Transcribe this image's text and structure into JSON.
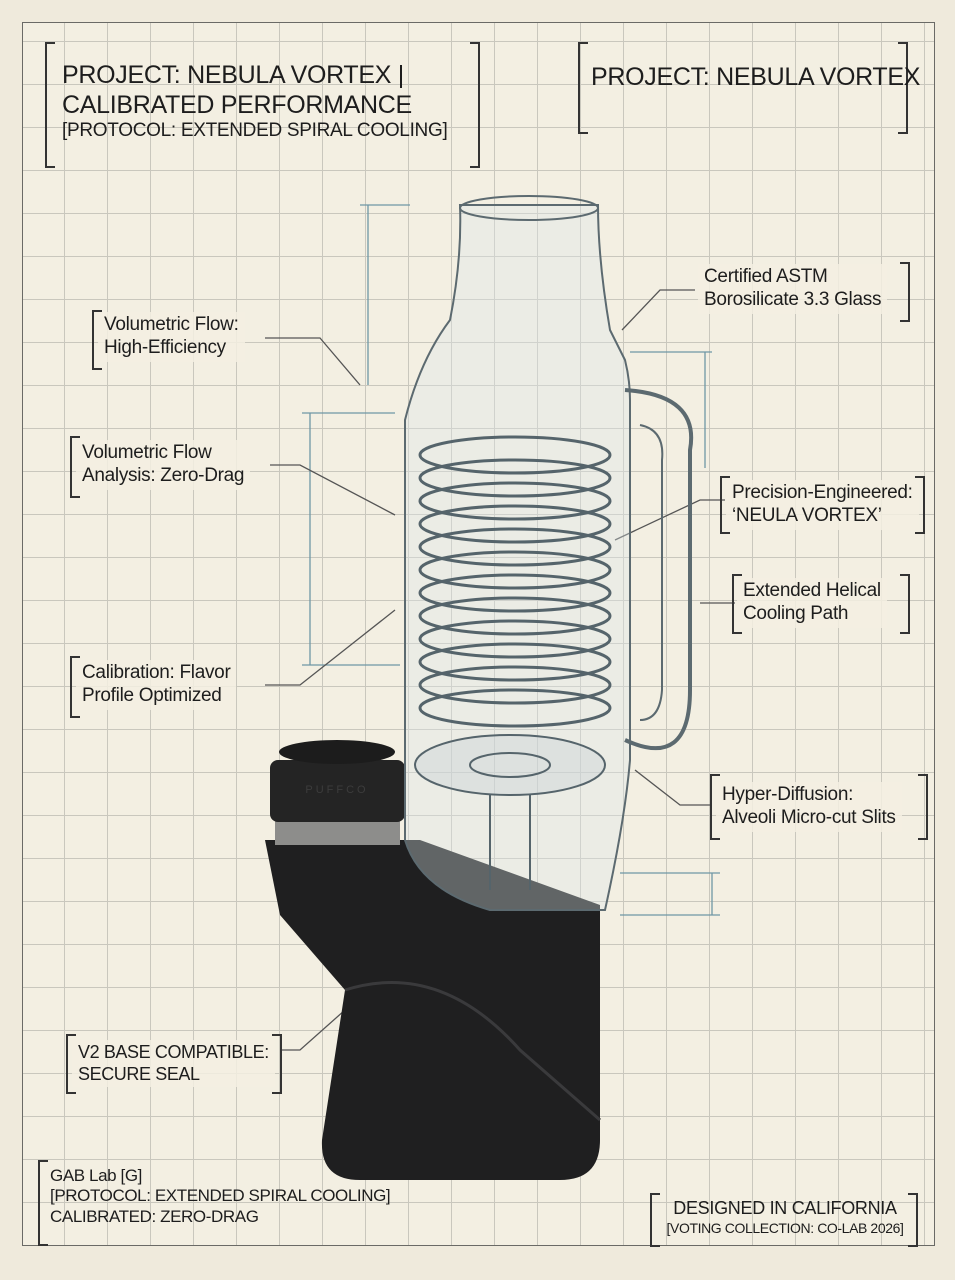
{
  "header_left": {
    "line1": "PROJECT: NEBULA VORTEX |",
    "line2": "CALIBRATED PERFORMANCE",
    "line3": "[PROTOCOL: EXTENDED SPIRAL COOLING]"
  },
  "header_right": {
    "title": "PROJECT: NEBULA VORTEX"
  },
  "callouts": {
    "glass": {
      "line1": "Certified ASTM",
      "line2": "Borosilicate 3.3 Glass"
    },
    "volumetric": {
      "line1": "Volumetric Flow:",
      "line2": "High-Efficiency"
    },
    "analysis": {
      "line1": "Volumetric Flow",
      "line2": "Analysis: Zero-Drag"
    },
    "precision": {
      "line1": "Precision-Engineered:",
      "line2": "‘NEULA VORTEX’"
    },
    "helical": {
      "line1": "Extended Helical",
      "line2": "Cooling Path"
    },
    "calibration": {
      "line1": "Calibration: Flavor",
      "line2": "Profile Optimized"
    },
    "diffusion": {
      "line1": "Hyper-Diffusion:",
      "line2": "Alveoli Micro-cut Slits"
    },
    "base": {
      "line1": "V2 BASE COMPATIBLE:",
      "line2": "SECURE SEAL"
    }
  },
  "footer_left": {
    "line1": "GAB Lab [G]",
    "line2": "[PROTOCOL: EXTENDED SPIRAL COOLING]",
    "line3": "CALIBRATED: ZERO-DRAG"
  },
  "footer_right": {
    "line1": "DESIGNED IN CALIFORNIA",
    "line2": "[VOTING COLLECTION: CO-LAB 2026]"
  },
  "product_logo": "PUFFCO"
}
